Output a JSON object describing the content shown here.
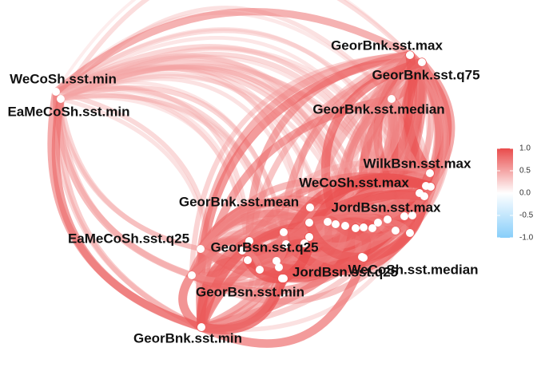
{
  "chart_data": {
    "type": "network",
    "nodes": [
      {
        "name": "GeorBnk.sst.max"
      },
      {
        "name": "GeorBnk.sst.q75"
      },
      {
        "name": "WeCoSh.sst.min"
      },
      {
        "name": "EaMeCoSh.sst.min"
      },
      {
        "name": "GeorBnk.sst.median"
      },
      {
        "name": "WilkBsn.sst.max"
      },
      {
        "name": "WeCoSh.sst.max"
      },
      {
        "name": "GeorBnk.sst.mean"
      },
      {
        "name": "JordBsn.sst.max"
      },
      {
        "name": "EaMeCoSh.sst.q25"
      },
      {
        "name": "GeorBsn.sst.q25"
      },
      {
        "name": "JordBsn.sst.q25"
      },
      {
        "name": "WeCoSh.sst.median"
      },
      {
        "name": "GeorBsn.sst.min"
      },
      {
        "name": "GeorBnk.sst.min"
      }
    ],
    "legend": {
      "ticks": [
        "1.0",
        "0.5",
        "0.0",
        "-0.5",
        "-1.0"
      ],
      "low_color": "#87CEFA",
      "mid_color": "#FFFFFF",
      "high_color": "#E94B4B",
      "placement": "right"
    },
    "edge_color": "#F08080"
  }
}
